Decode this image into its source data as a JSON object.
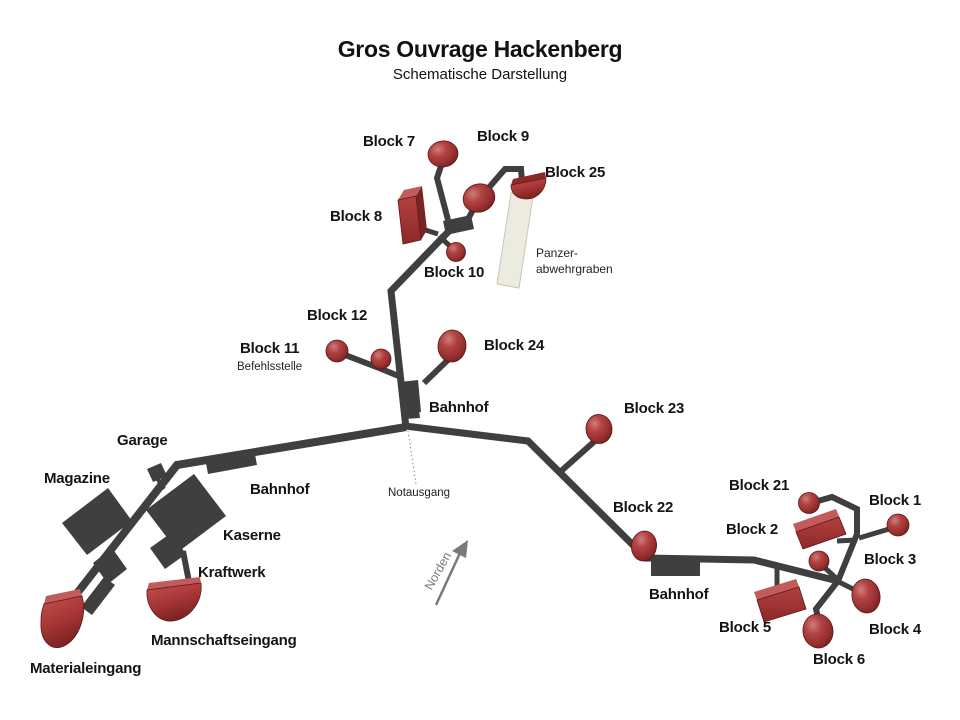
{
  "title": "Gros Ouvrage Hackenberg",
  "subtitle": "Schematische Darstellung",
  "blocks": {
    "b1": "Block 1",
    "b2": "Block 2",
    "b3": "Block 3",
    "b4": "Block 4",
    "b5": "Block 5",
    "b6": "Block 6",
    "b7": "Block 7",
    "b8": "Block 8",
    "b9": "Block 9",
    "b10": "Block 10",
    "b11": "Block 11",
    "b12": "Block 12",
    "b21": "Block 21",
    "b22": "Block 22",
    "b23": "Block 23",
    "b24": "Block 24",
    "b25": "Block 25"
  },
  "stations": {
    "center": "Bahnhof",
    "west": "Bahnhof",
    "east": "Bahnhof"
  },
  "facilities": {
    "garage": "Garage",
    "magazine": "Magazine",
    "kaserne": "Kaserne",
    "kraftwerk": "Kraftwerk",
    "mannschaftseingang": "Mannschaftseingang",
    "materialeingang": "Materialeingang"
  },
  "legend": {
    "command_post": "Befehlsstelle",
    "emergency_exit": "Notausgang",
    "antitank_ditch_line1": "Panzer-",
    "antitank_ditch_line2": "abwehrgraben",
    "north_label": "Norden"
  },
  "colors": {
    "tunnel_gray": "#3f3f3f",
    "block_red": "#a93636",
    "block_red_top": "#c25b5b",
    "block_red_dark": "#6b1d1d",
    "ditch_fill": "#ecebdf",
    "north_gray": "#7a7a7a"
  }
}
